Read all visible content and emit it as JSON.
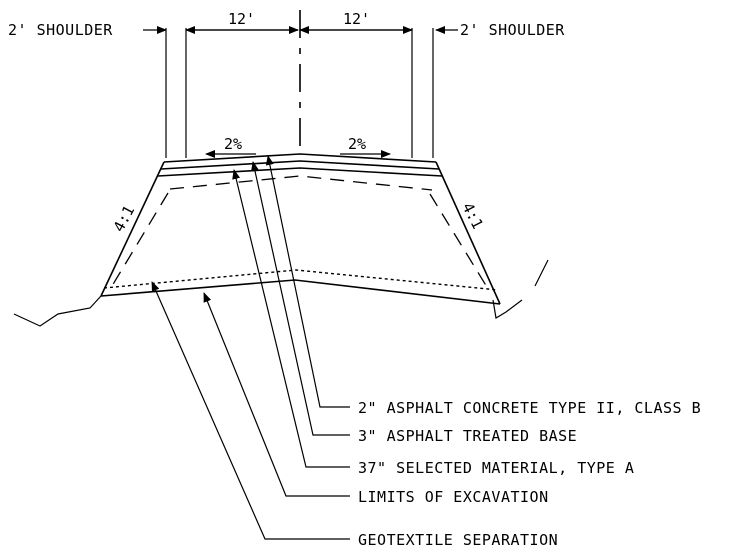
{
  "top_labels": {
    "left_shoulder": "2' SHOULDER",
    "right_shoulder": "2' SHOULDER",
    "left_lane_width": "12'",
    "right_lane_width": "12'"
  },
  "slopes": {
    "left_cross_slope": "2%",
    "right_cross_slope": "2%",
    "left_side_slope": "4:1",
    "right_side_slope": "4:1"
  },
  "callouts": [
    {
      "text": "2\" ASPHALT CONCRETE TYPE II, CLASS B"
    },
    {
      "text": "3\" ASPHALT TREATED BASE"
    },
    {
      "text": "37\" SELECTED MATERIAL, TYPE A"
    },
    {
      "text": "LIMITS OF EXCAVATION"
    },
    {
      "text": "GEOTEXTILE SEPARATION"
    }
  ]
}
